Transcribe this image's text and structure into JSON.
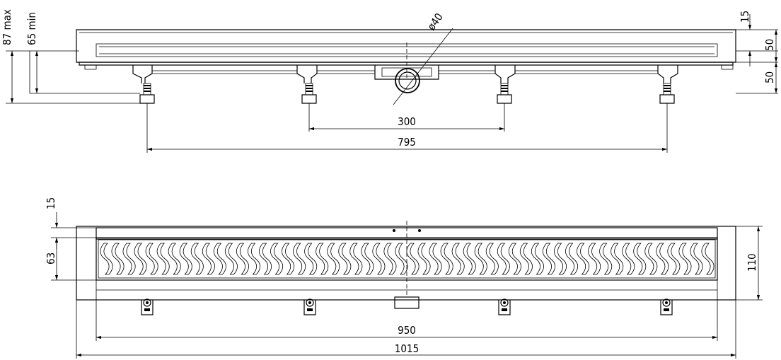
{
  "side_view": {
    "dimensions": {
      "total_height_max": "87 max",
      "height_min": "65 min",
      "outlet_diameter": "ø40",
      "grate_thickness": "15",
      "channel_depth": "50",
      "foot_adjust": "50",
      "leg_spacing": "300",
      "outer_leg_span": "795"
    }
  },
  "top_view": {
    "dimensions": {
      "frame_edge": "15",
      "grate_width": "63",
      "overall_width": "110",
      "grate_length": "950",
      "overall_length": "1015"
    },
    "grate_slot_count": 54
  }
}
